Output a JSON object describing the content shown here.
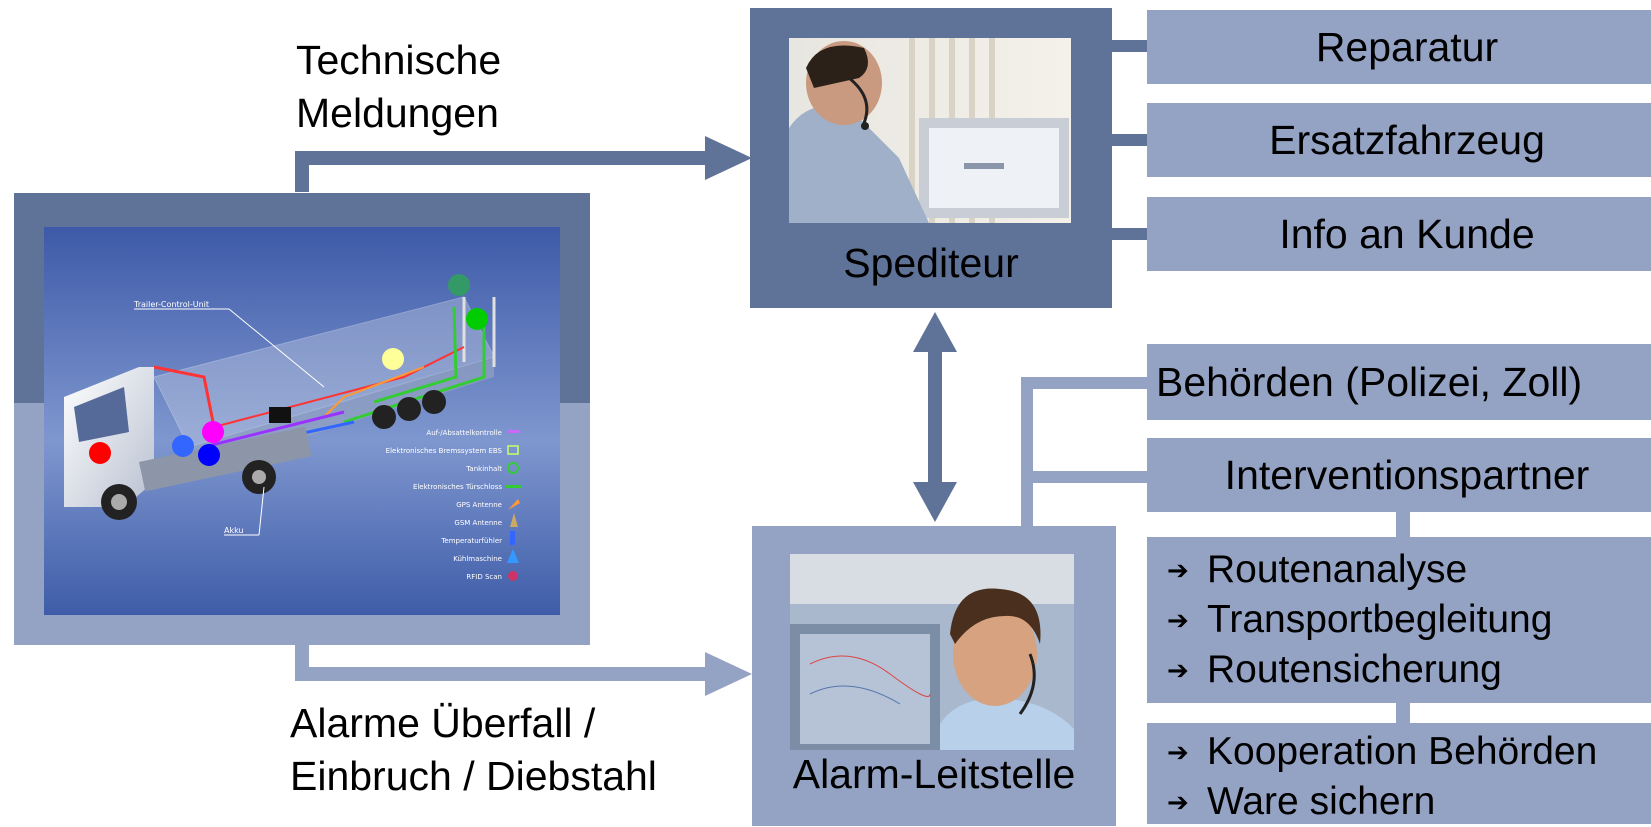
{
  "labels": {
    "technical_messages": [
      "Technische",
      "Meldungen"
    ],
    "alarms": [
      "Alarme Überfall /",
      "Einbruch / Diebstahl"
    ]
  },
  "nodes": {
    "spediteur": "Spediteur",
    "alarm_center": "Alarm-Leitstelle"
  },
  "spediteur_actions": [
    "Reparatur",
    "Ersatzfahrzeug",
    "Info an Kunde"
  ],
  "alarm_partners": {
    "authorities": "Behörden (Polizei, Zoll)",
    "intervention": "Interventionspartner"
  },
  "intervention_tasks": [
    "Routenanalyse",
    "Transportbegleitung",
    "Routensicherung"
  ],
  "authority_tasks": [
    "Kooperation Behörden",
    "Ware sichern"
  ],
  "truck_legend": [
    "Auf-/Absattelkontrolle",
    "Elektronisches Bremssystem EBS",
    "Tankinhalt",
    "Elektronisches Türschloss",
    "GPS Antenne",
    "GSM Antenne",
    "Temperaturfühler",
    "Kühlmaschine",
    "RFID Scan"
  ],
  "truck_callouts": [
    "Trailer-Control-Unit",
    "Akku"
  ],
  "colors": {
    "frame_dark": "#5f7399",
    "frame_light": "#94a3c4",
    "connector": "#5f7399",
    "sensor_red": "#ff0000",
    "sensor_magenta": "#ff00ff",
    "sensor_blue_light": "#3366ff",
    "sensor_blue": "#0000ff",
    "sensor_yellow": "#ffff99",
    "sensor_green_dark": "#339966",
    "sensor_green": "#00cc00"
  }
}
